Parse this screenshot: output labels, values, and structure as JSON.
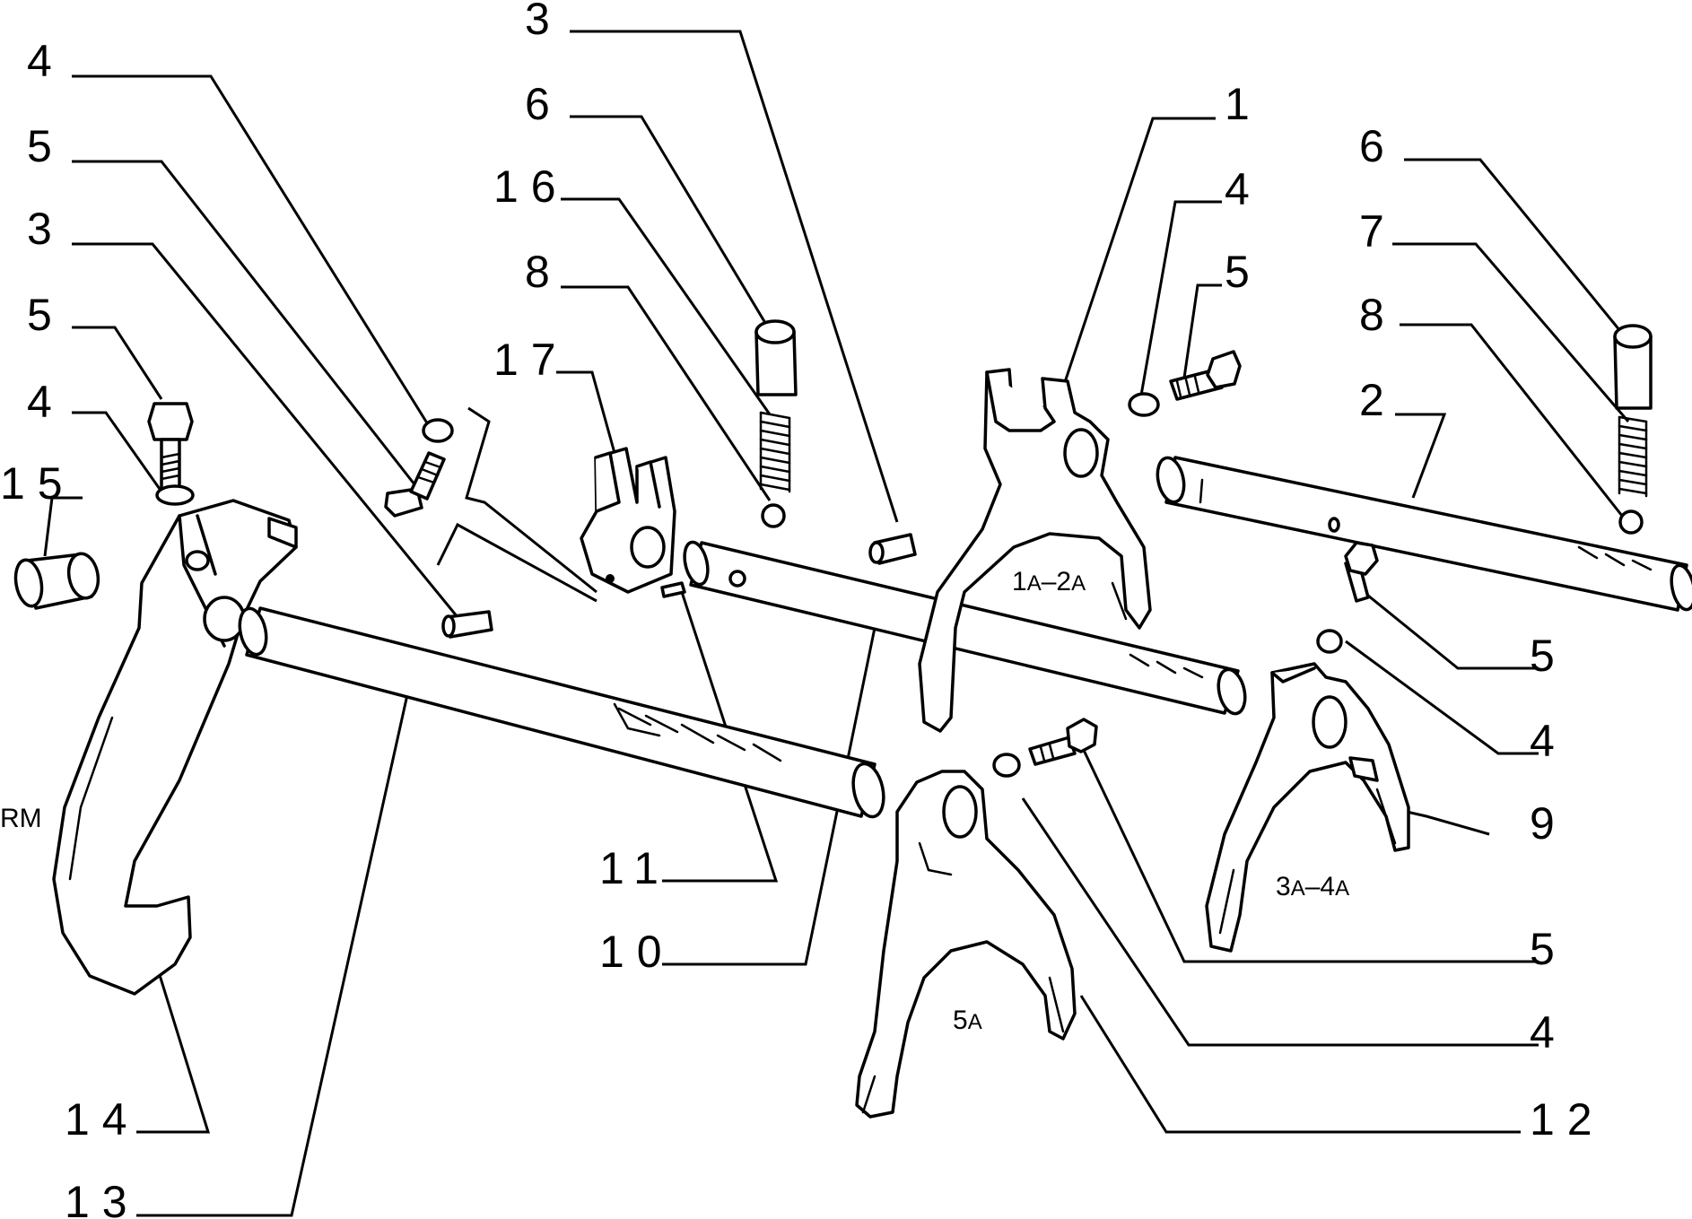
{
  "labels": {
    "l_4a": "4",
    "l_5a": "5",
    "l_3a": "3",
    "l_5b": "5",
    "l_4b": "4",
    "l_15": "15",
    "l_3top": "3",
    "l_6a": "6",
    "l_16": "16",
    "l_8a": "8",
    "l_17": "17",
    "l_1": "1",
    "l_4c": "4",
    "l_5c": "5",
    "l_6b": "6",
    "l_7": "7",
    "l_8b": "8",
    "l_2": "2",
    "l_5d": "5",
    "l_4d": "4",
    "l_9": "9",
    "l_5e": "5",
    "l_4e": "4",
    "l_12": "12",
    "l_11": "11",
    "l_10": "10",
    "l_14": "14",
    "l_13": "13"
  },
  "gear_marks": {
    "rm": "RM",
    "g12_a": "1",
    "g12_a_sub": "A",
    "g12_sep": "–",
    "g12_b": "2",
    "g12_b_sub": "A",
    "g34_a": "3",
    "g34_a_sub": "A",
    "g34_sep": "–",
    "g34_b": "4",
    "g34_b_sub": "A",
    "g5": "5",
    "g5_sub": "A"
  }
}
